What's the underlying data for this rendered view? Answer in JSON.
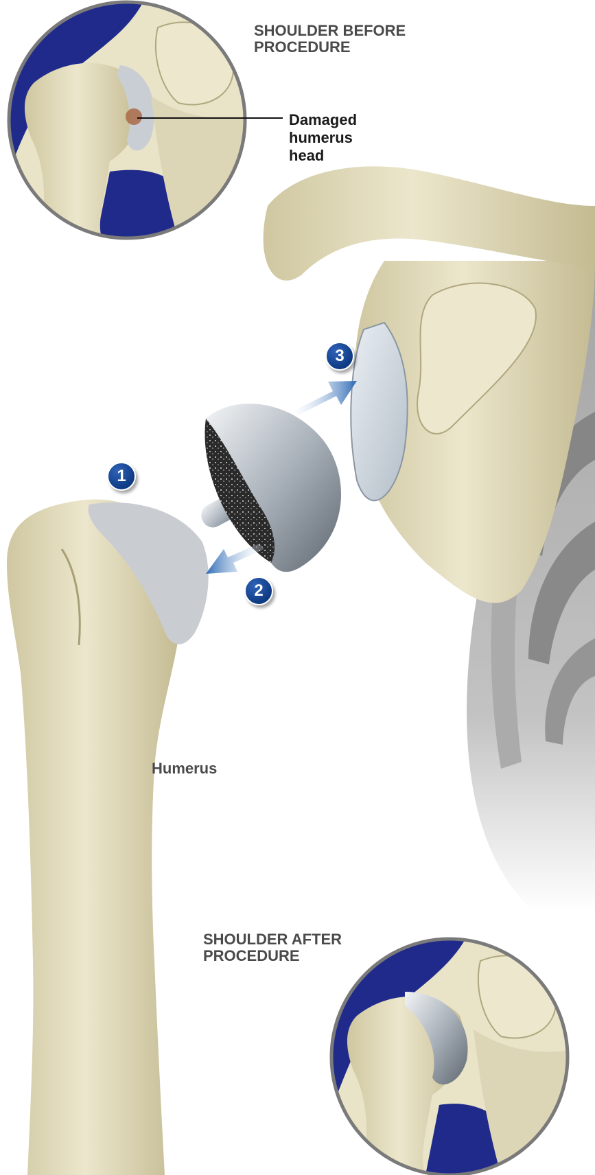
{
  "labels": {
    "before_line1": "SHOULDER BEFORE",
    "before_line2": "PROCEDURE",
    "after_line1": "SHOULDER AFTER",
    "after_line2": "PROCEDURE",
    "damaged_line1": "Damaged",
    "damaged_line2": "humerus",
    "damaged_line3": "head",
    "humerus": "Humerus"
  },
  "steps": [
    "1",
    "2",
    "3"
  ],
  "colors": {
    "bone": "#e6e0c2",
    "bone_shadow": "#b8b08a",
    "soft_tissue_blue": "#1f2a8a",
    "badge_blue": "#17479b",
    "arrow_blue": "#3a73b8",
    "implant_metal": "#9aa3ad",
    "ribcage_gray": "#8f8f8f"
  },
  "icons": {
    "step_badge": "numbered-circle",
    "direction_arrow": "arrow"
  }
}
